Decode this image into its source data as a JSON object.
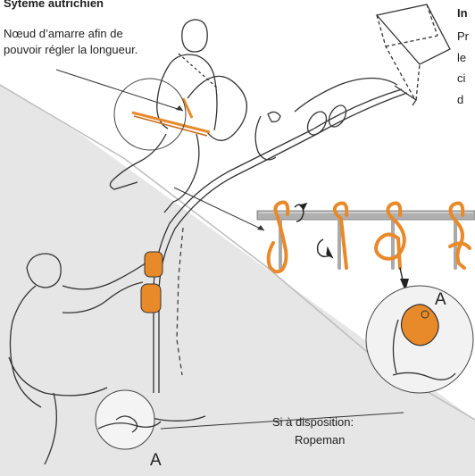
{
  "title": "Syteme autrichien",
  "annotation": {
    "line1": "Nœud d’amarre afin de",
    "line2": "pouvoir régler la longueur."
  },
  "side_text": {
    "title": "In",
    "line1": "Pr",
    "line2": "le",
    "line3": "ci",
    "line4": "d"
  },
  "detail_labels": {
    "main": "A",
    "inset": "A"
  },
  "optional_note": {
    "line1": "Si à disposition:",
    "line2": "Ropeman"
  },
  "colors": {
    "accent_orange": "#e8892a",
    "outline": "#222222",
    "rock_shade": "#e4e4e4",
    "rope_grey": "#8a8a8a",
    "bar_grey": "#a9a9a9"
  },
  "icons": [
    "rotate-arrow-icon",
    "down-arrow-icon"
  ]
}
